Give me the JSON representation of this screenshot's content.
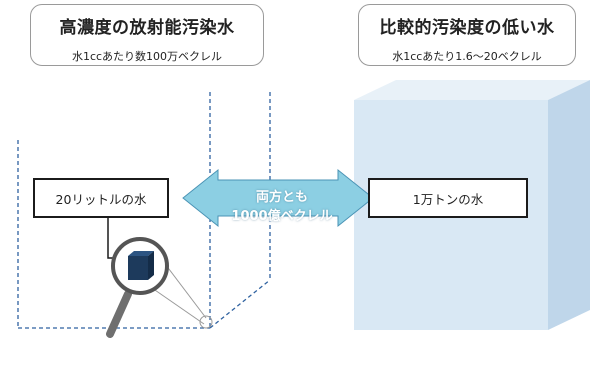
{
  "left_panel": {
    "title": "高濃度の放射能汚染水",
    "subtitle": "水1ccあたり数100万ベクレル",
    "label": "20リットルの水"
  },
  "right_panel": {
    "title": "比較的汚染度の低い水",
    "subtitle": "水1ccあたり1.6〜20ベクレル",
    "label": "1万トンの水"
  },
  "arrow": {
    "line1": "両方とも",
    "line2": "1000億ベクレル"
  },
  "colors": {
    "cube_front": "#d9e8f4",
    "cube_side": "#bfd6ea",
    "cube_top": "#e8f1f8",
    "arrow_fill": "#8ccfe3",
    "dashed_line": "#2f62a0",
    "small_cube": "#1d3a5c"
  },
  "icons": [
    "magnifier-icon",
    "small-cube-icon",
    "double-arrow-icon"
  ]
}
